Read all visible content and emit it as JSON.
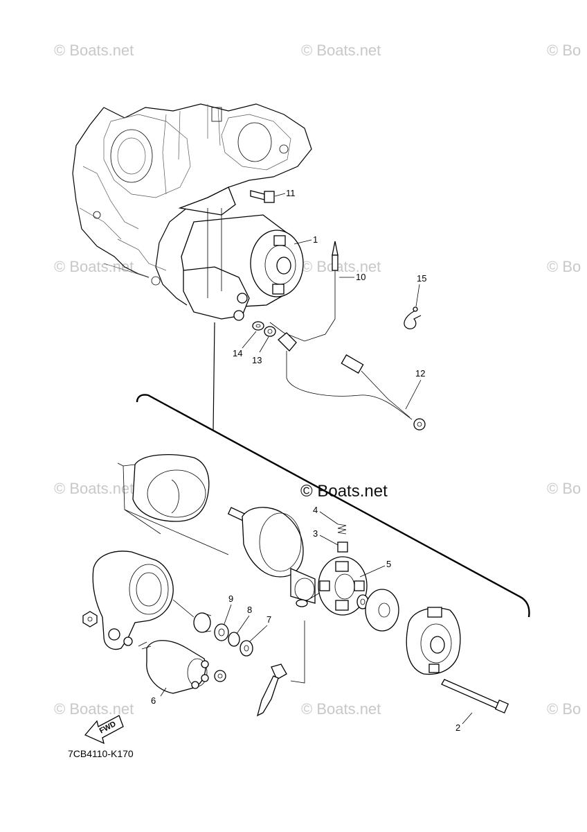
{
  "watermarks": [
    "© Boats.net",
    "© Boats.net",
    "© Bo",
    "© Boats.net",
    "© Boats.net",
    "© Bo",
    "© Boats.net",
    "© Bo",
    "© Boats.net",
    "© Boats.net",
    "© Bo"
  ],
  "center_watermark": "© Boats.net",
  "callouts": {
    "c1": "1",
    "c2": "2",
    "c3": "3",
    "c4": "4",
    "c5": "5",
    "c6": "6",
    "c7": "7",
    "c8": "8",
    "c9": "9",
    "c10": "10",
    "c11": "11",
    "c12": "12",
    "c13": "13",
    "c14": "14",
    "c15": "15"
  },
  "fwd_label": "FWD",
  "diagram_code": "7CB4110-K170"
}
